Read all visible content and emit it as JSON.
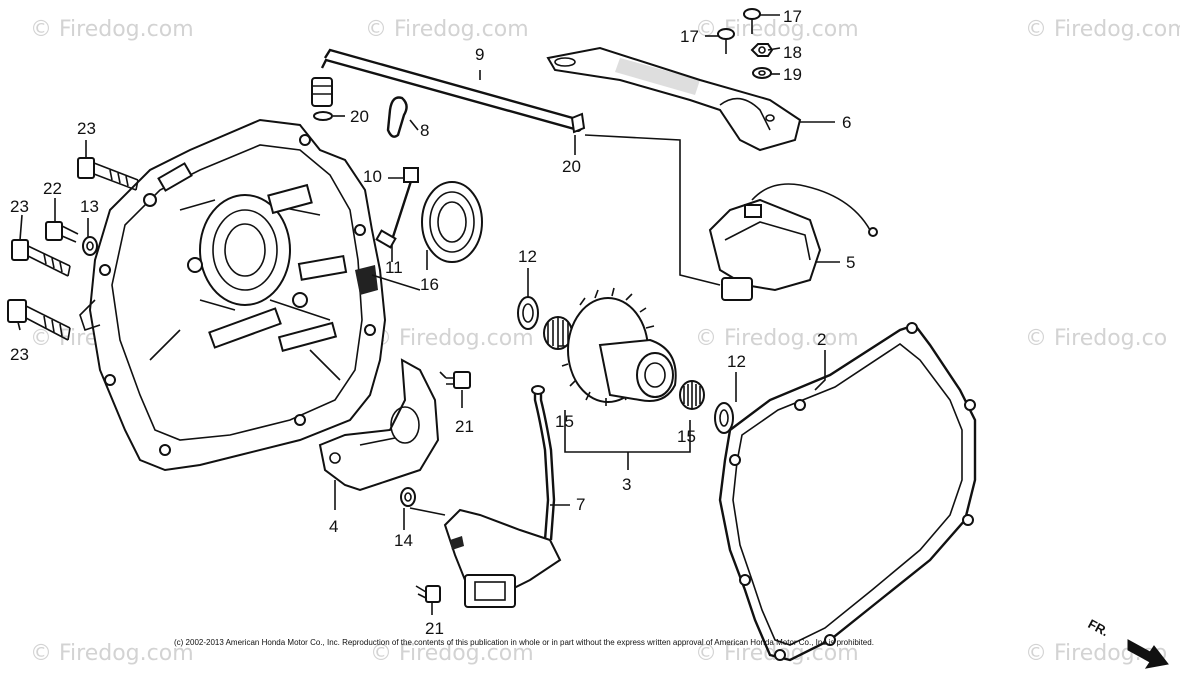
{
  "watermark": "© Firedog.com",
  "watermark_alt": "Firedog.com",
  "watermark_edge": "© Firedog.co",
  "parts": {
    "p2": "2",
    "p3": "3",
    "p4": "4",
    "p5": "5",
    "p6": "6",
    "p7": "7",
    "p8": "8",
    "p9": "9",
    "p10": "10",
    "p11": "11",
    "p12": "12",
    "p13": "13",
    "p14": "14",
    "p15": "15",
    "p16": "16",
    "p17": "17",
    "p18": "18",
    "p19": "19",
    "p20": "20",
    "p21": "21",
    "p22": "22",
    "p23": "23"
  },
  "copyright": "(c) 2002-2013 American Honda Motor Co., Inc. Reproduction of the contents of this publication in whole or in part without the express written approval of American Honda Motor Co., Inc is prohibited.",
  "direction_label": "FR."
}
